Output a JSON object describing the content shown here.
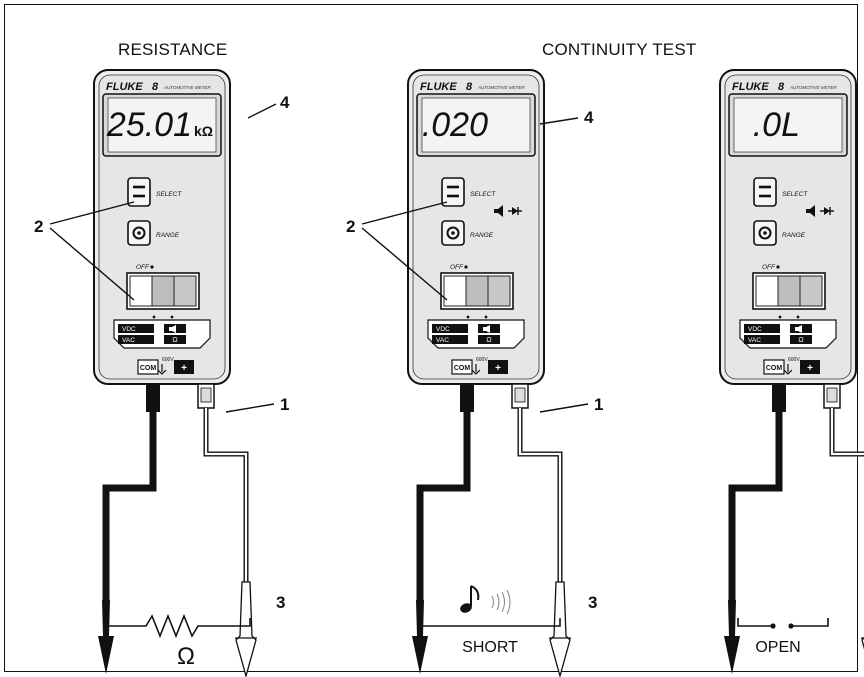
{
  "headings": {
    "resistance": "RESISTANCE",
    "continuity": "CONTINUITY TEST"
  },
  "meter": {
    "brand": "FLUKE",
    "model": "8",
    "subtitle": "AUTOMOTIVE METER",
    "select_label": "SELECT",
    "range_label": "RANGE",
    "off_label": "OFF",
    "vdc_label": "VDC",
    "vac_label": "VAC",
    "ohm_symbol": "Ω",
    "com_label": "COM",
    "voltage_label": "600V",
    "plus_label": "+"
  },
  "meters": [
    {
      "reading": "25.01",
      "unit": "kΩ",
      "continuity_icons": false
    },
    {
      "reading": ".020",
      "unit": "",
      "continuity_icons": true
    },
    {
      "reading": ".0L",
      "unit": "",
      "continuity_icons": true
    }
  ],
  "callouts": {
    "one": "1",
    "two": "2",
    "three": "3",
    "four": "4"
  },
  "bottom_labels": {
    "ohm": "Ω",
    "short": "SHORT",
    "open": "OPEN"
  }
}
